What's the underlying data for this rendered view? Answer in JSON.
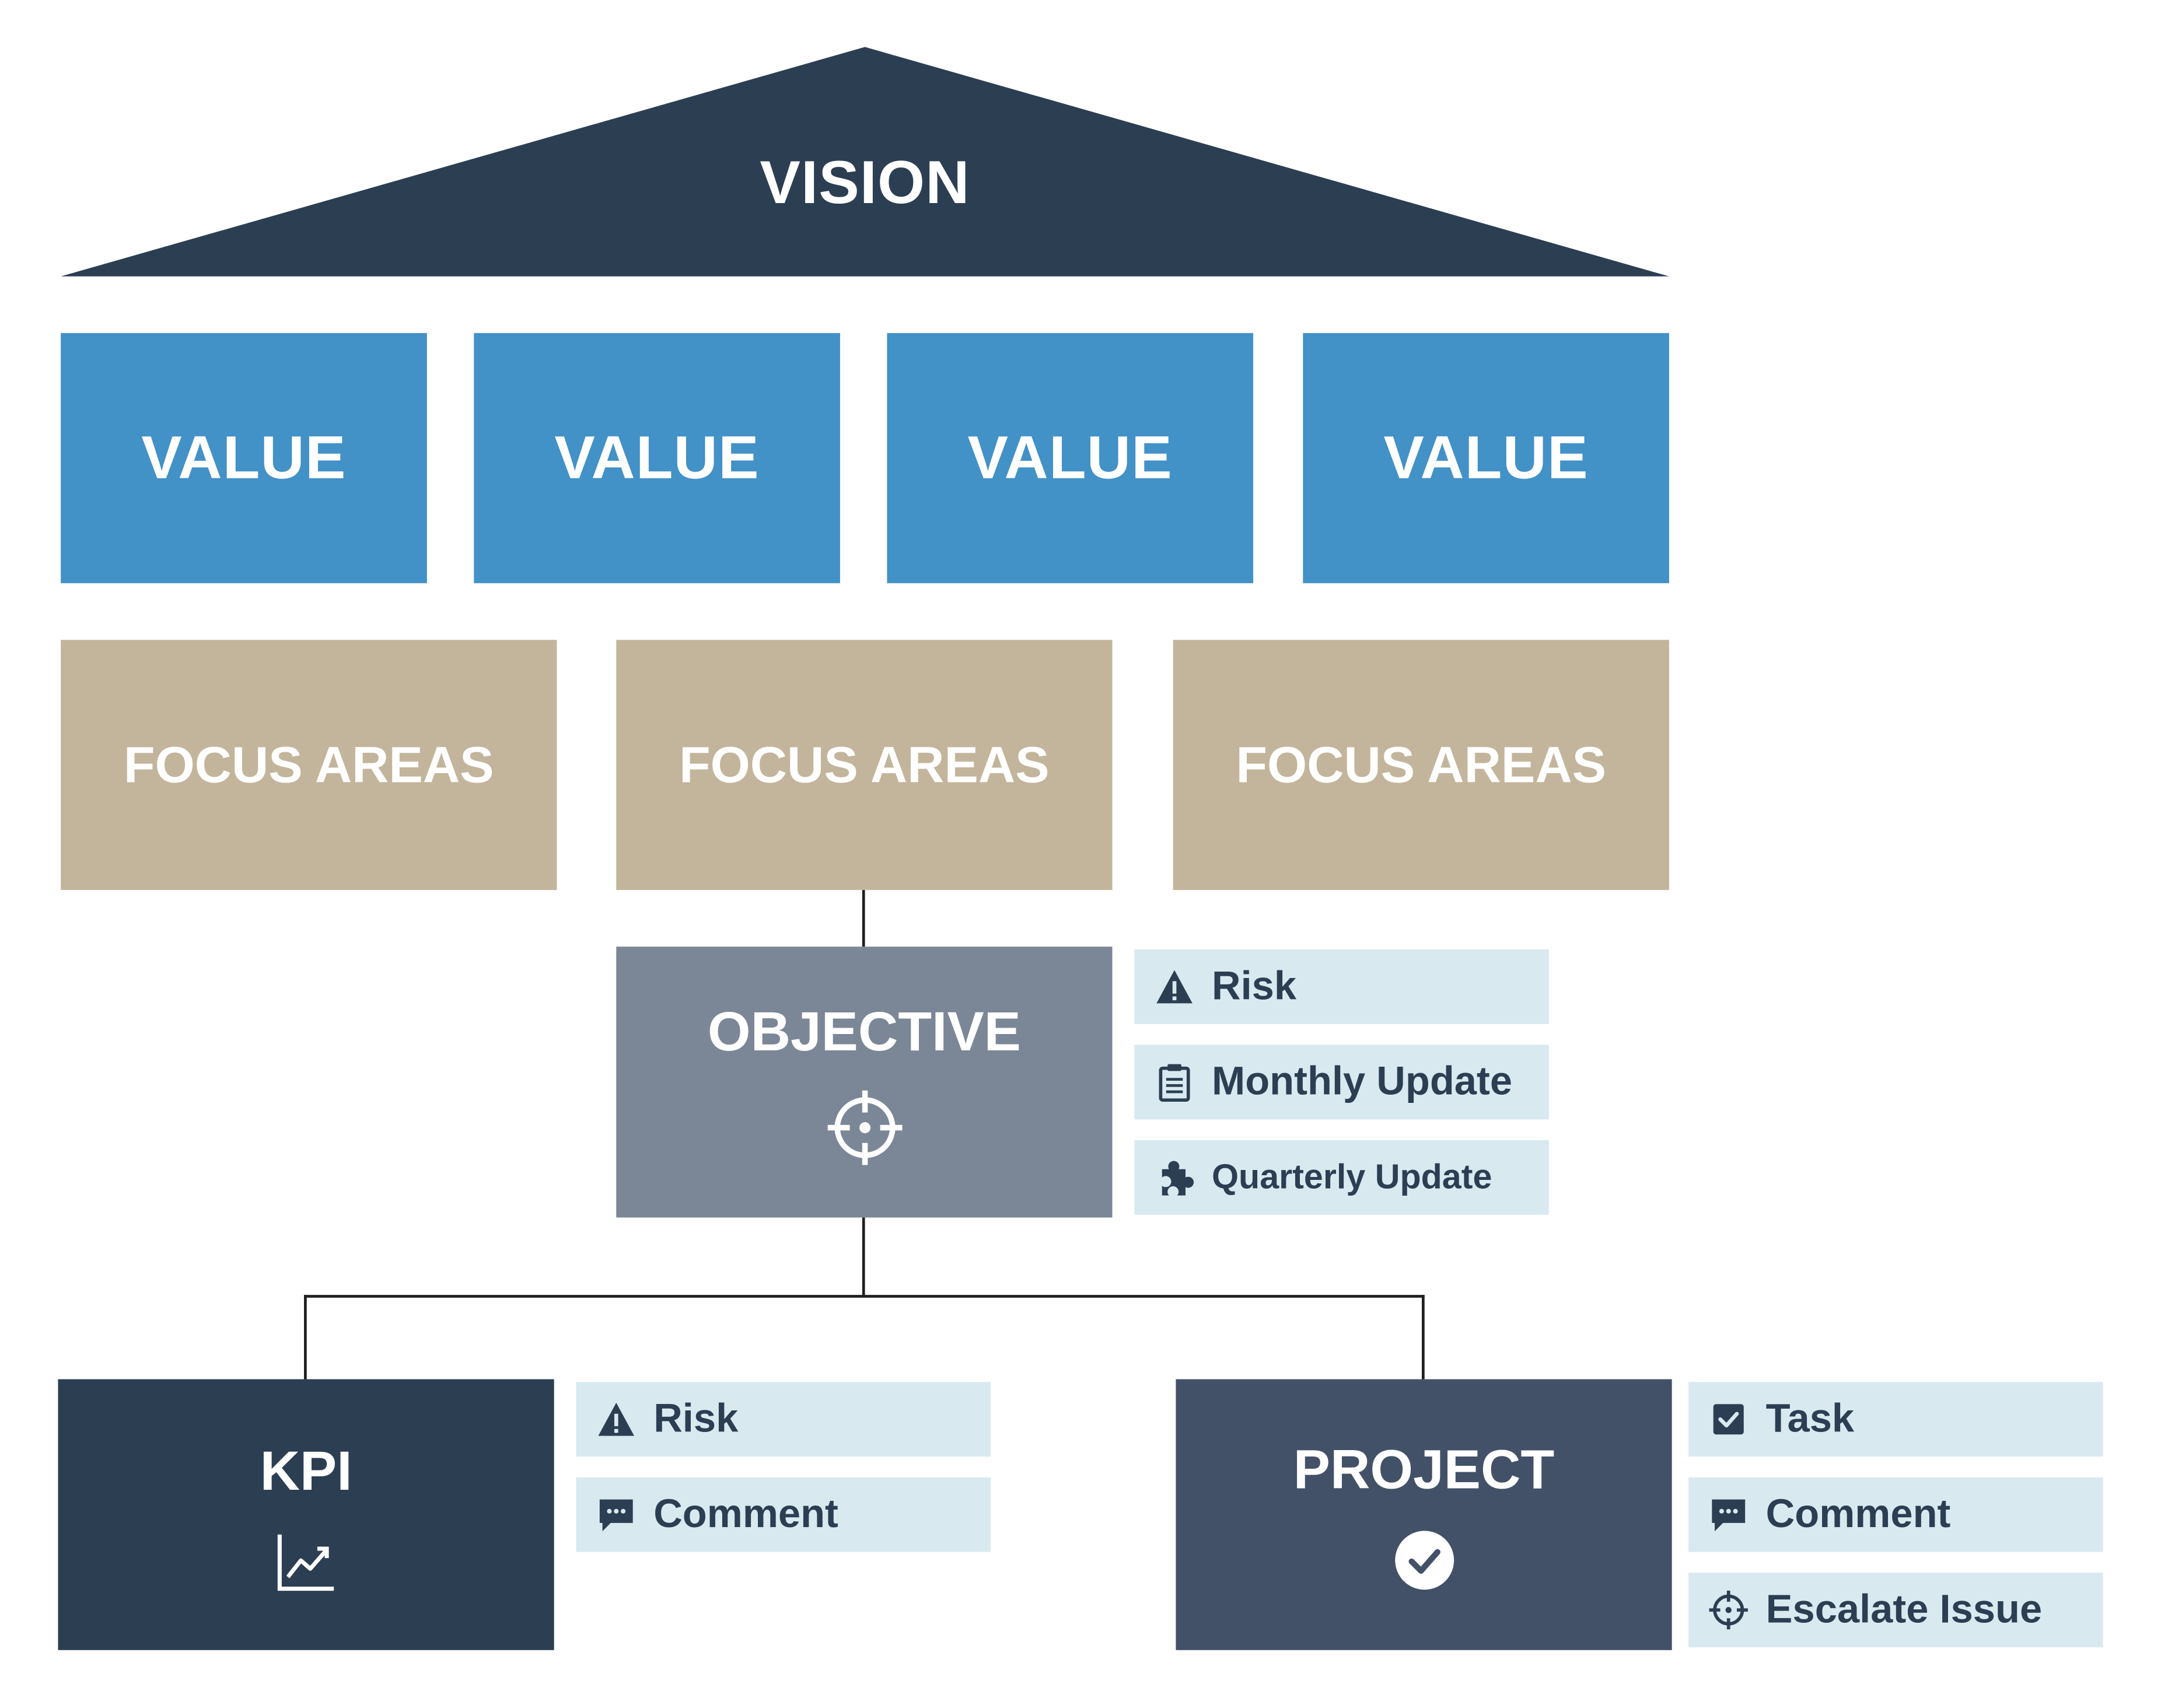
{
  "vision": {
    "label": "VISION"
  },
  "values": [
    {
      "label": "VALUE"
    },
    {
      "label": "VALUE"
    },
    {
      "label": "VALUE"
    },
    {
      "label": "VALUE"
    }
  ],
  "focus_areas": [
    {
      "label": "FOCUS AREAS"
    },
    {
      "label": "FOCUS AREAS"
    },
    {
      "label": "FOCUS AREAS"
    }
  ],
  "objective": {
    "label": "OBJECTIVE",
    "icon": "crosshair-icon",
    "tags": [
      {
        "label": "Risk",
        "icon": "warning-icon"
      },
      {
        "label": "Monthly Update",
        "icon": "clipboard-icon"
      },
      {
        "label": "Quarterly Update",
        "icon": "puzzle-icon"
      }
    ]
  },
  "kpi": {
    "label": "KPI",
    "icon": "line-chart-icon",
    "tags": [
      {
        "label": "Risk",
        "icon": "warning-icon"
      },
      {
        "label": "Comment",
        "icon": "comment-icon"
      }
    ]
  },
  "project": {
    "label": "PROJECT",
    "icon": "check-circle-icon",
    "tags": [
      {
        "label": "Task",
        "icon": "checkbox-icon"
      },
      {
        "label": "Comment",
        "icon": "comment-icon"
      },
      {
        "label": "Escalate Issue",
        "icon": "crosshair-icon"
      }
    ]
  },
  "colors": {
    "vision": "#2c3e52",
    "value": "#4291c7",
    "focus": "#c3b59b",
    "objective": "#7b8796",
    "kpi": "#2c3e52",
    "project": "#435168",
    "tag_bg": "#d8eaf0",
    "tag_text": "#2c3e52"
  }
}
